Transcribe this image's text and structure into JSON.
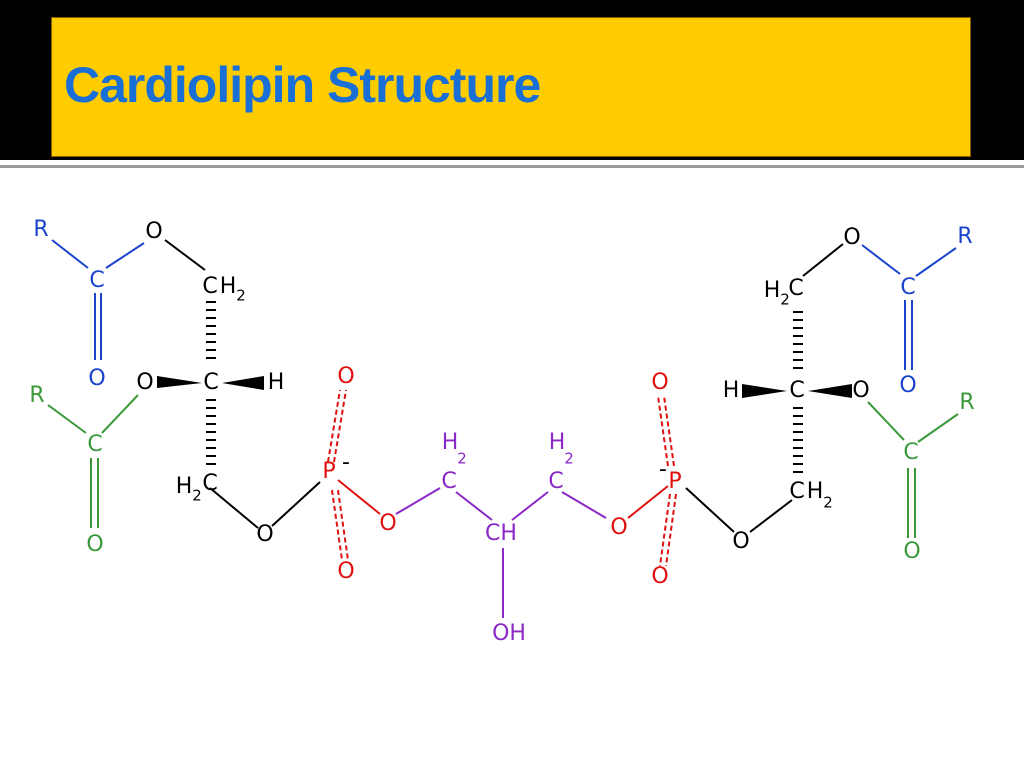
{
  "slide": {
    "title": "Cardiolipin Structure"
  },
  "colors": {
    "title_text": "#1a6fd6",
    "title_background": "#ffcc00",
    "header_band": "#000000",
    "acyl_blue": "#1a44cc",
    "acyl_green": "#3a9a3a",
    "phosphate_red": "#e01010",
    "glycerol_purple": "#8a28c8",
    "backbone_black": "#000000"
  },
  "molecule": {
    "atoms": {
      "R": "R",
      "O": "O",
      "C": "C",
      "H": "H",
      "P": "P",
      "CH": "CH",
      "OH": "OH",
      "sub2": "2",
      "minus": "-"
    }
  }
}
